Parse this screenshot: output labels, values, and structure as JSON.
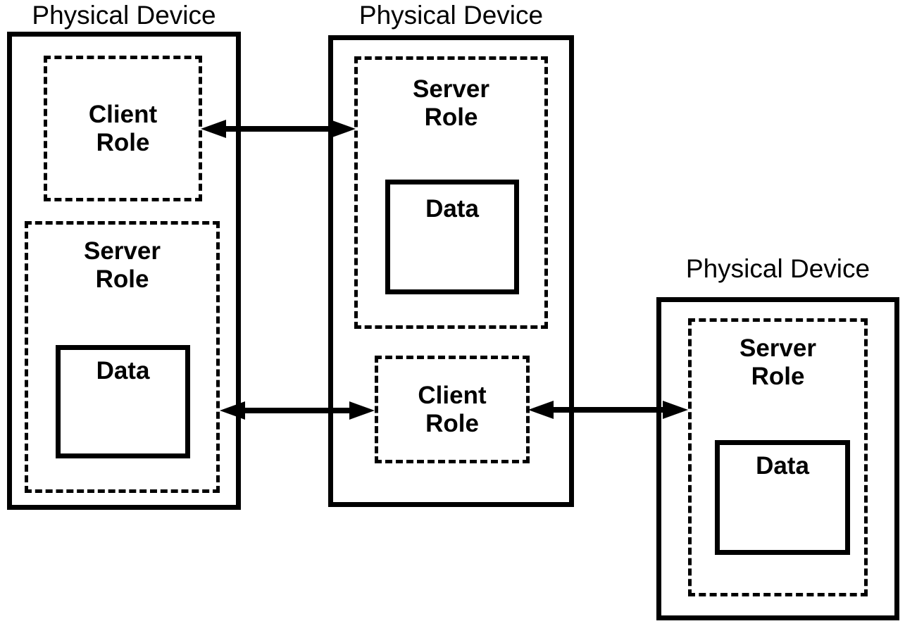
{
  "diagram": {
    "kind": "client-server roles on physical devices",
    "colors": {
      "line": "#000000",
      "background": "#ffffff"
    },
    "devices": [
      {
        "title": "Physical Device",
        "roles": [
          {
            "name": "client-role",
            "lines": [
              "Client",
              "Role"
            ]
          },
          {
            "name": "server-role",
            "lines": [
              "Server",
              "Role"
            ],
            "data_label": "Data"
          }
        ]
      },
      {
        "title": "Physical Device",
        "roles": [
          {
            "name": "server-role",
            "lines": [
              "Server",
              "Role"
            ],
            "data_label": "Data"
          },
          {
            "name": "client-role",
            "lines": [
              "Client",
              "Role"
            ]
          }
        ]
      },
      {
        "title": "Physical Device",
        "roles": [
          {
            "name": "server-role",
            "lines": [
              "Server",
              "Role"
            ],
            "data_label": "Data"
          }
        ]
      }
    ],
    "connections": [
      {
        "from": "device-1-client-role",
        "to": "device-2-server-role",
        "bidirectional": true
      },
      {
        "from": "device-1-server-role",
        "to": "device-2-client-role",
        "bidirectional": true
      },
      {
        "from": "device-2-client-role",
        "to": "device-3-server-role",
        "bidirectional": true
      }
    ]
  }
}
